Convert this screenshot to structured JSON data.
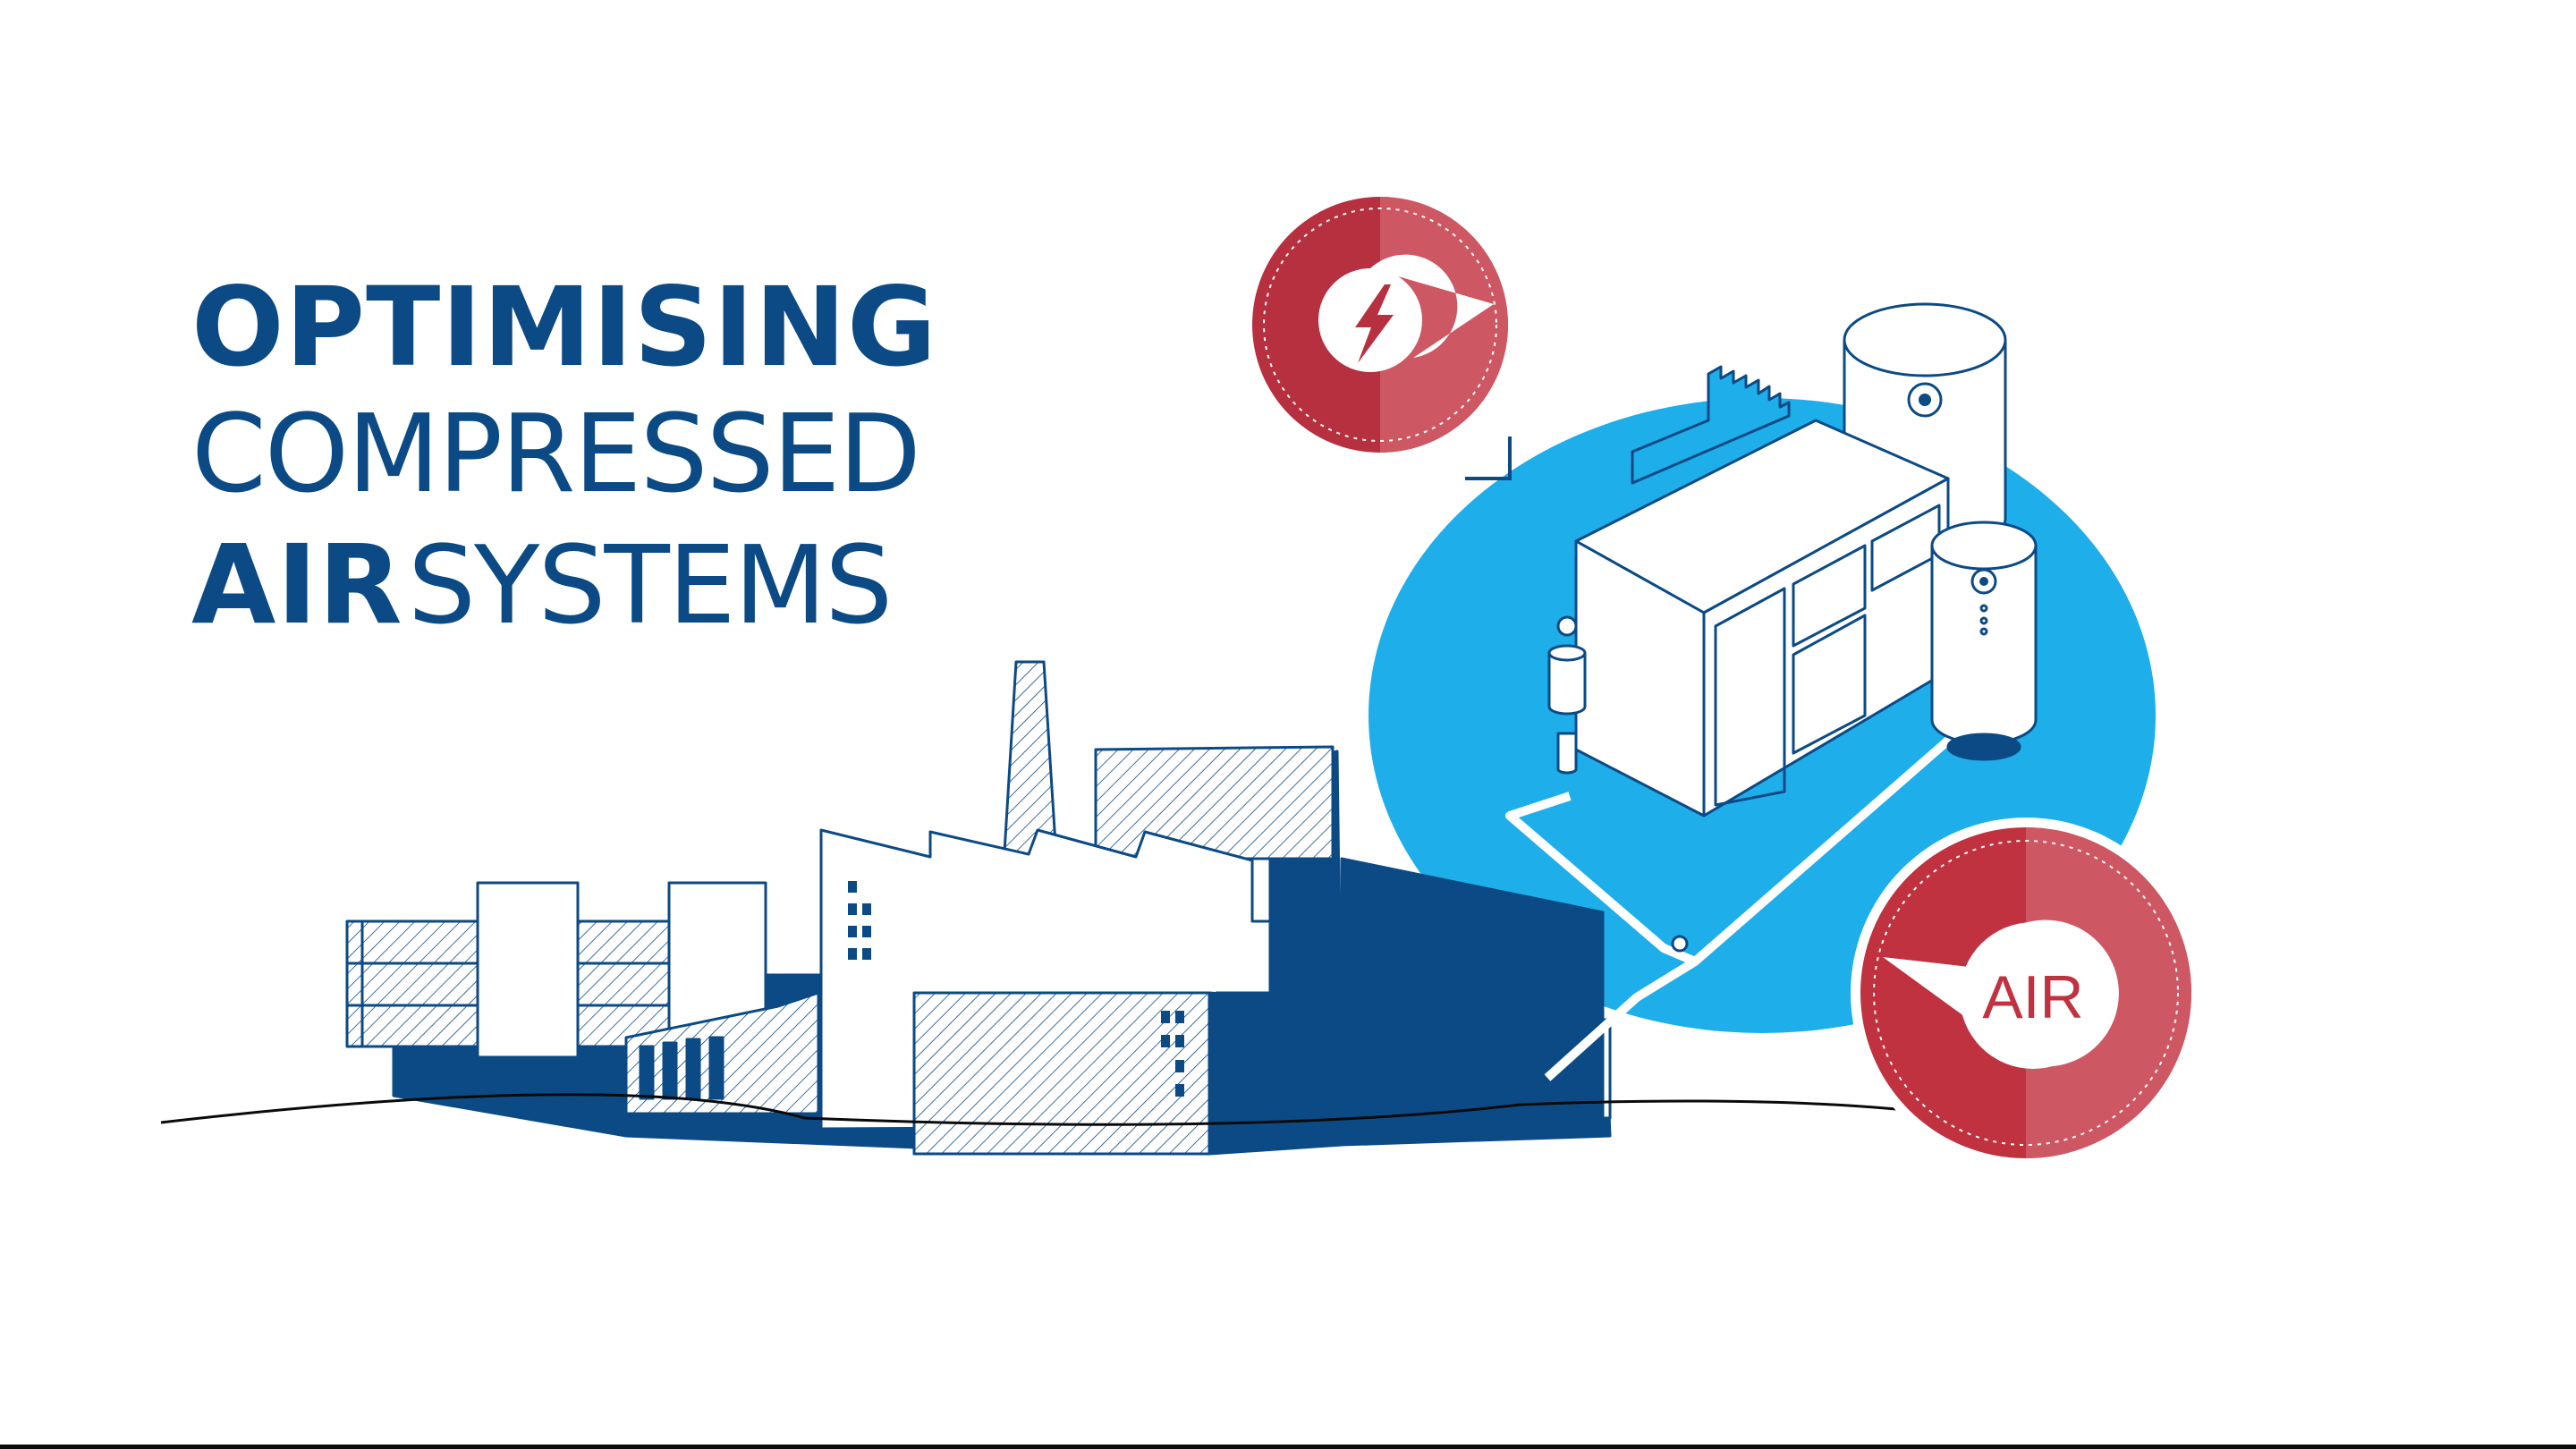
{
  "title": {
    "line1": "OPTIMISING",
    "line2": "COMPRESSED",
    "line3_bold": "AIR",
    "line3_rest": "SYSTEMS"
  },
  "badges": {
    "electricity_icon": "lightning-bolt-icon",
    "air_label": "AIR"
  },
  "colors": {
    "navy": "#0b4a85",
    "sky_blue": "#1eaeea",
    "badge_red": "#b7303f",
    "badge_red_light": "#cd5863",
    "white": "#ffffff"
  }
}
